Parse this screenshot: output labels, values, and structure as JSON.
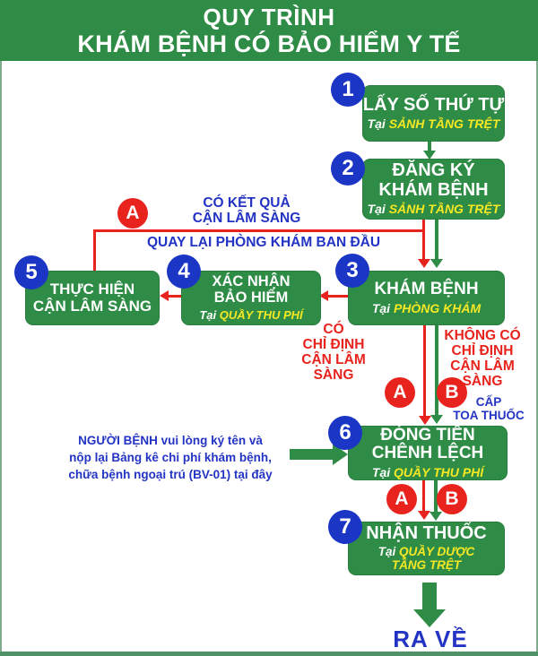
{
  "page": {
    "title_line1": "QUY TRÌNH",
    "title_line2": "KHÁM BỆNH CÓ BẢO HIỂM Y TẾ"
  },
  "colors": {
    "green": "#2e8c46",
    "circle_blue": "#1b35c5",
    "text_blue": "#2334c4",
    "red": "#e8231d",
    "yellow": "#f6e823",
    "border_green": "#7dab8c"
  },
  "steps": {
    "s1": {
      "num": "1",
      "title": "LẤY SỐ THỨ TỰ",
      "tai": "Tại",
      "location": "SẢNH TẦNG TRỆT"
    },
    "s2": {
      "num": "2",
      "title": "ĐĂNG KÝ\nKHÁM BỆNH",
      "tai": "Tại",
      "location": "SẢNH TẦNG TRỆT"
    },
    "s3": {
      "num": "3",
      "title": "KHÁM BỆNH",
      "tai": "Tại",
      "location": "PHÒNG KHÁM"
    },
    "s4": {
      "num": "4",
      "title": "XÁC NHẬN\nBẢO HIỂM",
      "tai": "Tại",
      "location": "QUẦY THU PHÍ"
    },
    "s5": {
      "num": "5",
      "title": "THỰC HIỆN\nCẬN LÂM SÀNG"
    },
    "s6": {
      "num": "6",
      "title": "ĐÓNG TIỀN\nCHÊNH LỆCH",
      "tai": "Tại",
      "location": "QUẦY THU PHÍ"
    },
    "s7": {
      "num": "7",
      "title": "NHẬN THUỐC",
      "tai": "Tại",
      "location": "QUẦY DƯỢC\nTẦNG TRỆT"
    }
  },
  "labels": {
    "badge_a": "A",
    "badge_b": "B",
    "has_result": "CÓ KẾT QUẢ\nCẬN LÂM SÀNG",
    "return_to_clinic": "QUAY LẠI PHÒNG KHÁM BAN ĐẦU",
    "with_indication": "CÓ\nCHỈ ĐỊNH\nCẬN LÂM SÀNG",
    "without_indication": "KHÔNG CÓ\nCHỈ ĐỊNH\nCẬN LÂM SÀNG",
    "prescription": "CẤP\nTOA THUỐC",
    "note": "NGƯỜI BỆNH vui lòng ký tên và\nnộp lại Bảng kê chi phí khám bệnh,\nchữa bệnh ngoại trú (BV-01) tại đây",
    "exit": "RA VỀ"
  }
}
